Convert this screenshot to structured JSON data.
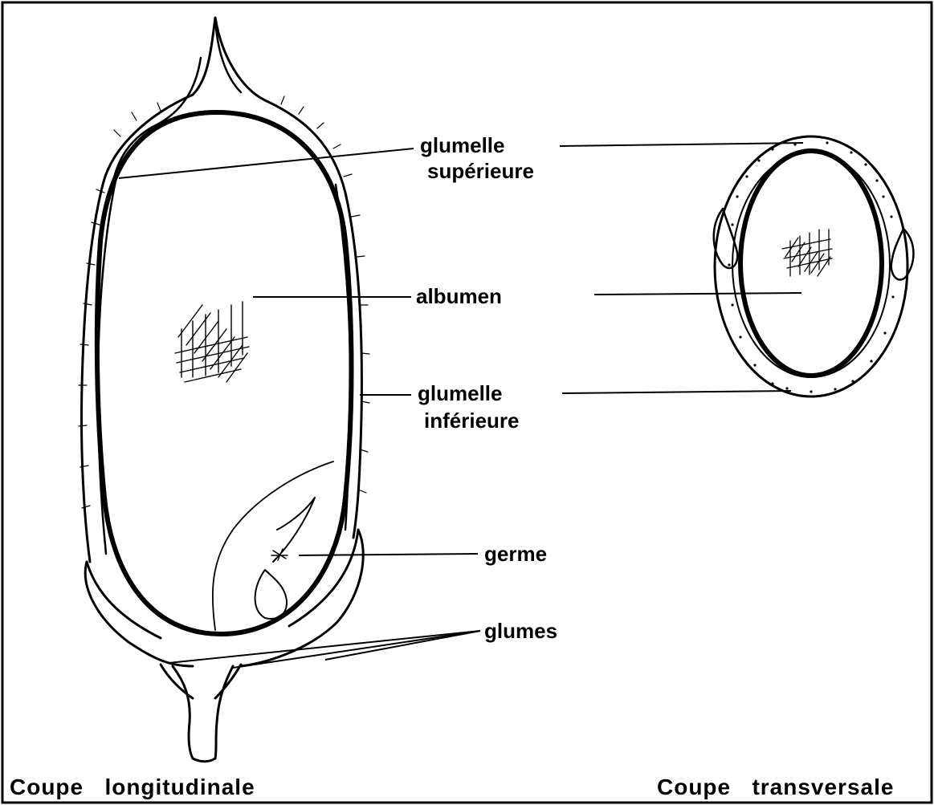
{
  "labels": {
    "glumelle_sup_1": "glumelle",
    "glumelle_sup_2": "supérieure",
    "albumen": "albumen",
    "glumelle_inf_1": "glumelle",
    "glumelle_inf_2": "inférieure",
    "germe": "germe",
    "glumes": "glumes"
  },
  "captions": {
    "longitudinal": "Coupe   longitudinale",
    "transversal": "Coupe   transversale"
  },
  "colors": {
    "ink": "#000000",
    "paper": "#ffffff"
  }
}
